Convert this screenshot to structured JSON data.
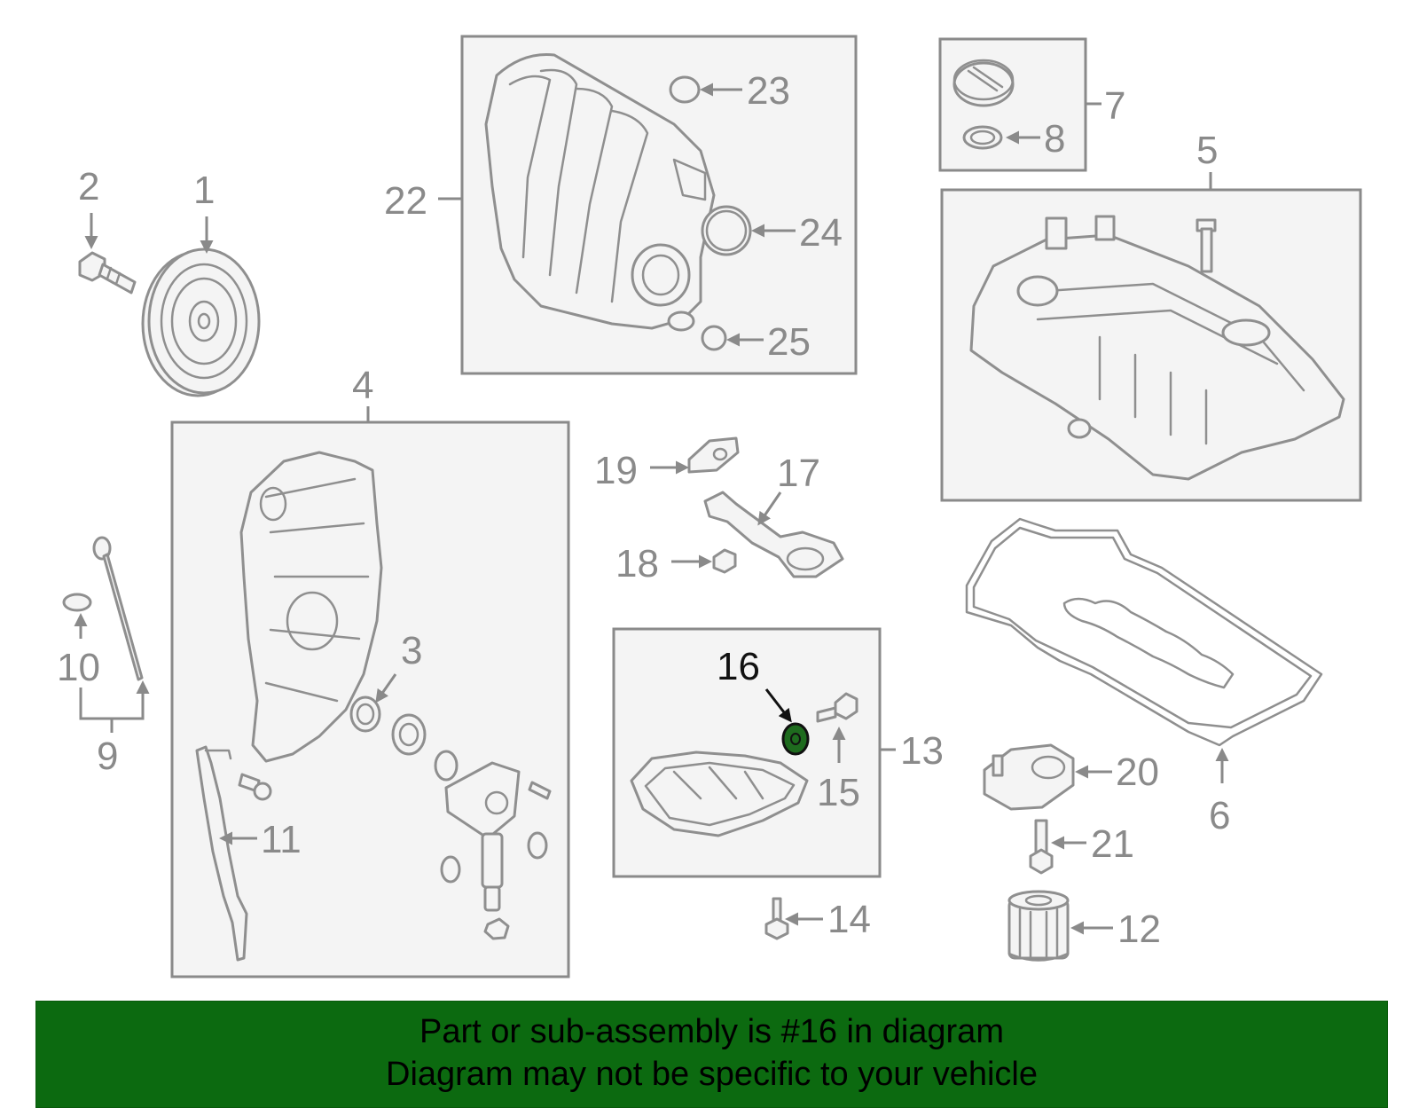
{
  "callouts": {
    "c1": "1",
    "c2": "2",
    "c3": "3",
    "c4": "4",
    "c5": "5",
    "c6": "6",
    "c7": "7",
    "c8": "8",
    "c9": "9",
    "c10": "10",
    "c11": "11",
    "c12": "12",
    "c13": "13",
    "c14": "14",
    "c15": "15",
    "c16": "16",
    "c17": "17",
    "c18": "18",
    "c19": "19",
    "c20": "20",
    "c21": "21",
    "c22": "22",
    "c23": "23",
    "c24": "24",
    "c25": "25"
  },
  "highlighted_part": "16",
  "colors": {
    "highlight": "#1e6b1e",
    "banner_background": "#0c6a10",
    "line_art": "#8f8f8f"
  },
  "banner": {
    "line1": "Part or sub-assembly is #16 in diagram",
    "line2": "Diagram may not be specific to your vehicle"
  }
}
